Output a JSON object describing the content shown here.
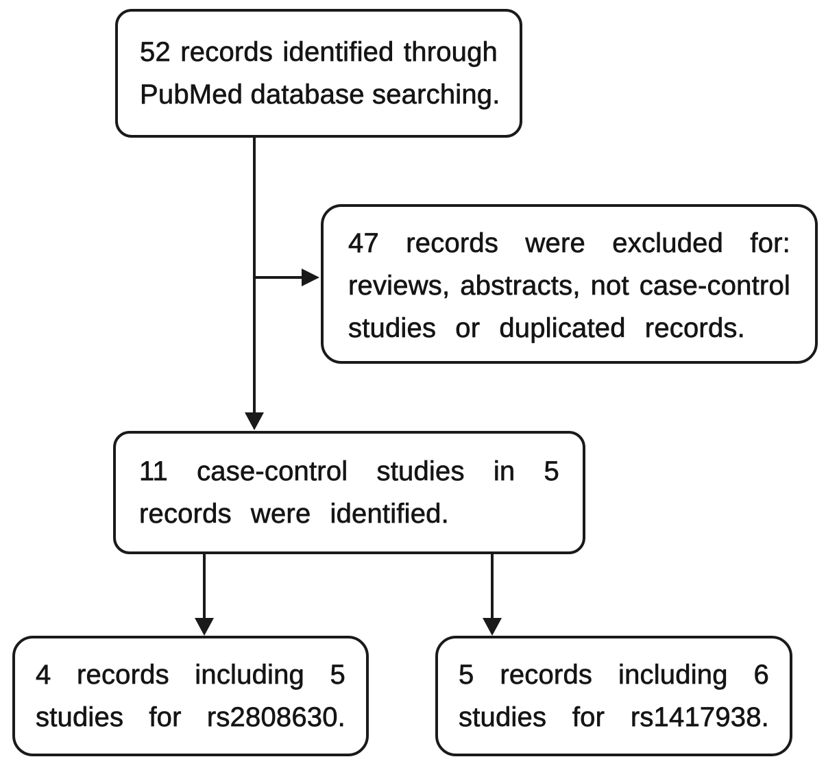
{
  "flowchart": {
    "background_color": "#ffffff",
    "line_color": "#1a1a1a",
    "text_color": "#151515",
    "nodes": [
      {
        "id": "pubmed-search",
        "text": "52 records identified through PubMed database searching.",
        "lines": [
          "52 records identified through",
          "PubMed database searching."
        ]
      },
      {
        "id": "records-excluded",
        "text": "47 records were excluded for: reviews, abstracts, not case-control studies or duplicated records.",
        "lines": [
          "47 records were excluded for:",
          "reviews, abstracts, not case-control",
          "studies or duplicated records."
        ]
      },
      {
        "id": "studies-included",
        "text": "11 case-control studies in 5 records were identified.",
        "lines": [
          "11 case-control studies in 5",
          "records were identified."
        ]
      },
      {
        "id": "rs2808630-group",
        "text": "4 records including 5 studies for rs2808630.",
        "lines": [
          "4 records including 5",
          "studies for rs2808630."
        ]
      },
      {
        "id": "rs1417938-group",
        "text": "5 records including 6 studies for rs1417938.",
        "lines": [
          "5 records including 6",
          "studies for rs1417938."
        ]
      }
    ],
    "edges": [
      {
        "from": "pubmed-search",
        "to": "studies-included",
        "style": "arrow-down"
      },
      {
        "from": "pubmed-search",
        "to": "records-excluded",
        "style": "arrow-right-branch"
      },
      {
        "from": "studies-included",
        "to": "rs2808630-group",
        "style": "arrow-down"
      },
      {
        "from": "studies-included",
        "to": "rs1417938-group",
        "style": "arrow-down"
      }
    ]
  }
}
